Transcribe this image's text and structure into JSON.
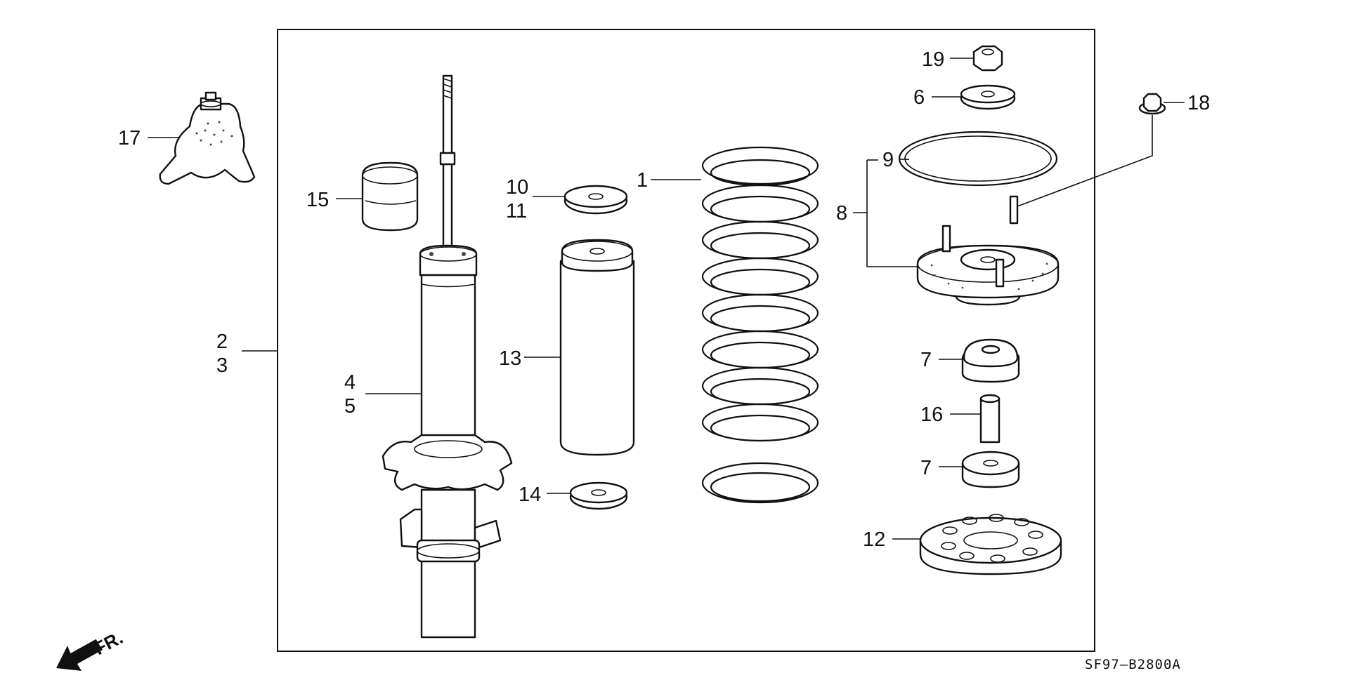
{
  "diagram": {
    "callouts": {
      "c1": "1",
      "c2": "2",
      "c3": "3",
      "c4": "4",
      "c5": "5",
      "c6": "6",
      "c7a": "7",
      "c7b": "7",
      "c8": "8",
      "c9": "9",
      "c10": "10",
      "c11": "11",
      "c12": "12",
      "c13": "13",
      "c14": "14",
      "c15": "15",
      "c16": "16",
      "c17": "17",
      "c18": "18",
      "c19": "19"
    },
    "direction_label": "FR.",
    "diagram_code": "SF97–B2800A"
  }
}
